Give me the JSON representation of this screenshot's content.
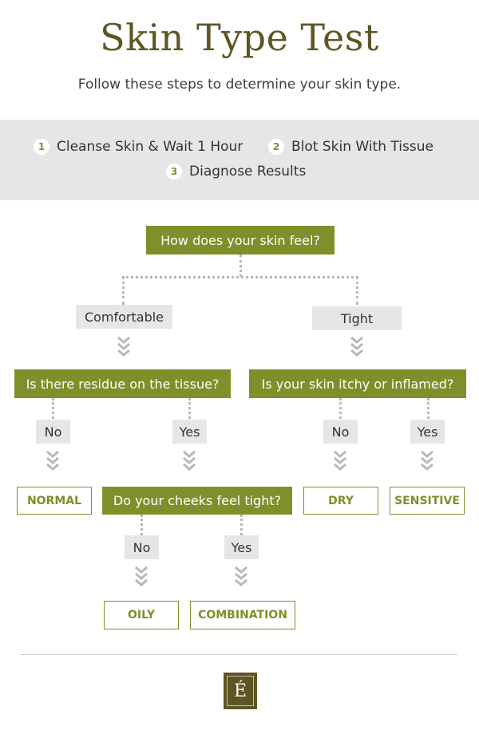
{
  "header": {
    "title": "Skin Type Test",
    "subtitle": "Follow these steps to determine your skin type."
  },
  "steps": [
    {
      "number": "1",
      "label": "Cleanse Skin & Wait 1 Hour"
    },
    {
      "number": "2",
      "label": "Blot Skin With Tissue"
    },
    {
      "number": "3",
      "label": "Diagnose Results"
    }
  ],
  "flowchart": {
    "root_question": "How does your skin feel?",
    "root_answers": [
      "Comfortable",
      "Tight"
    ],
    "q_residue": "Is there residue on the tissue?",
    "q_itchy": "Is your skin itchy or inflamed?",
    "q_cheeks": "Do your cheeks feel tight?",
    "answers": {
      "no": "No",
      "yes": "Yes"
    },
    "results": {
      "normal": "NORMAL",
      "dry": "DRY",
      "sensitive": "SENSITIVE",
      "oily": "OILY",
      "combination": "COMBINATION"
    }
  },
  "footer": {
    "logo_letter": "É"
  },
  "colors": {
    "olive": "#7f8f2a",
    "title_brown": "#5e5524",
    "band_gray": "#e6e6e6",
    "connector_gray": "#b8b8b8"
  }
}
